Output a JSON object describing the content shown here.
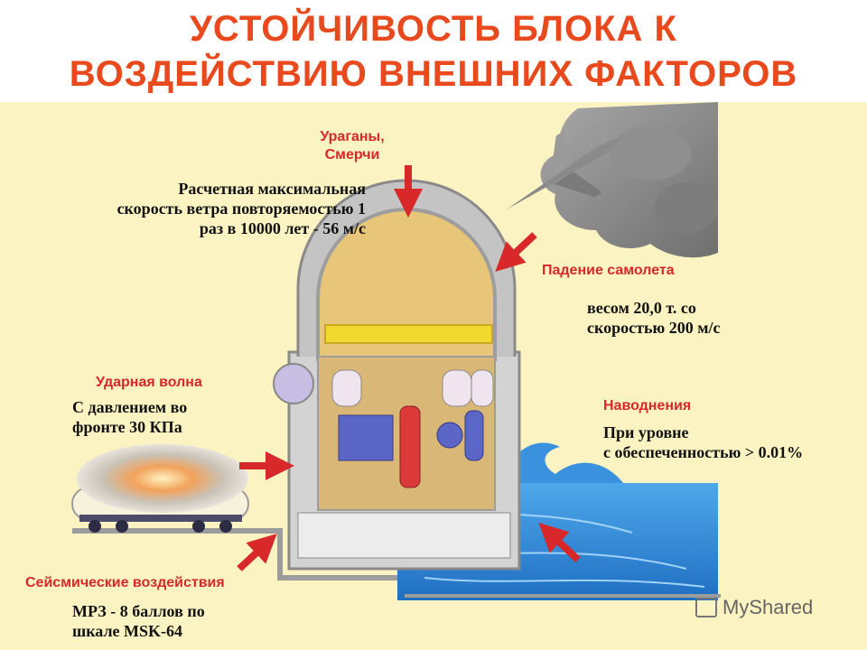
{
  "title": {
    "line1": "УСТОЙЧИВОСТЬ БЛОКА К",
    "line2": "ВОЗДЕЙСТВИЮ ВНЕШНИХ ФАКТОРОВ"
  },
  "colors": {
    "title": "#e8491d",
    "heading": "#d8282a",
    "panel": "#fbf3c2",
    "arrow": "#d8282a",
    "water": "#2f86d6"
  },
  "hurricanes": {
    "heading_line1": "Ураганы,",
    "heading_line2": "Смерчи",
    "text_line1": "Расчетная максимальная",
    "text_line2": "скорость ветра повторяемостью 1",
    "text_line3": "раз в 10000 лет - 56 м/с"
  },
  "plane_crash": {
    "heading": "Падение самолета",
    "text_line1": "весом 20,0 т. со",
    "text_line2": "скоростью 200 м/с"
  },
  "shock_wave": {
    "heading": "Ударная волна",
    "text_line1": "С давлением во",
    "text_line2": "фронте 30 КПа"
  },
  "floods": {
    "heading": "Наводнения",
    "text_line1": "При уровне",
    "text_line2": "с обеспеченностью > 0.01%"
  },
  "seismic": {
    "heading": "Сейсмические воздействия",
    "text_line1": "МРЗ - 8 баллов по",
    "text_line2": "шкале MSK-64"
  },
  "watermark": {
    "text": "MyShared"
  }
}
